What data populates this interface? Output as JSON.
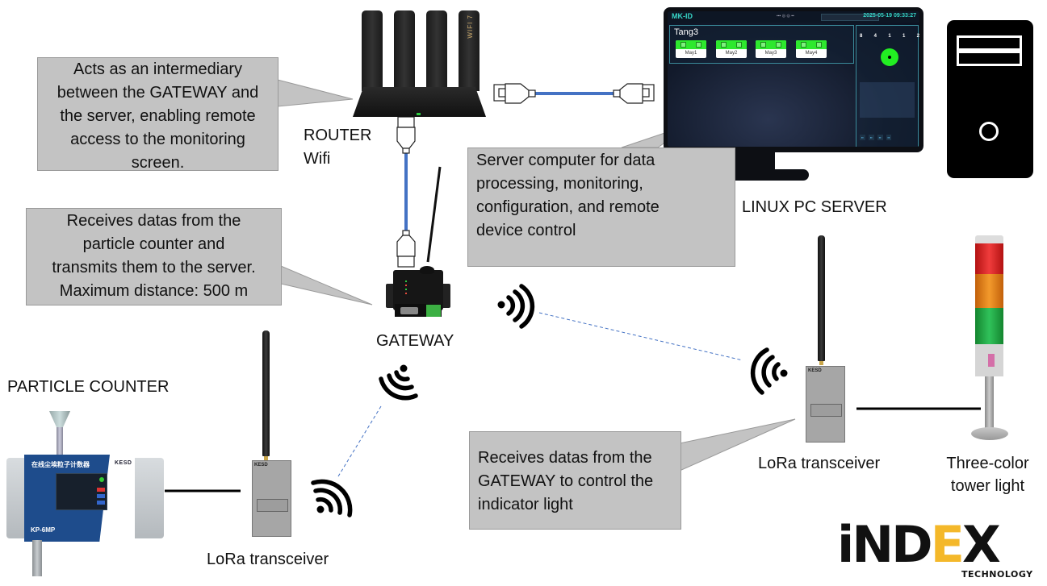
{
  "diagram": {
    "title": "LoRa particle counter monitoring network",
    "nodes": {
      "router": {
        "label_line1": "ROUTER",
        "label_line2": "Wifi",
        "badge": "WIFI 7"
      },
      "gateway": {
        "label": "GATEWAY"
      },
      "server": {
        "label": "LINUX PC SERVER"
      },
      "particle_counter": {
        "label": "PARTICLE COUNTER",
        "device_title": "在线尘埃粒子计数器",
        "brand": "KESD",
        "model": "KP-6MP"
      },
      "lora_left": {
        "label": "LoRa transceiver",
        "brand": "KESD"
      },
      "lora_right": {
        "label": "LoRa transceiver",
        "brand": "KESD"
      },
      "tower_light": {
        "label_line1": "Three-color",
        "label_line2": "tower light"
      }
    },
    "callouts": {
      "router": [
        "Acts as an intermediary",
        "between the GATEWAY and",
        "the server, enabling remote",
        "access to the monitoring",
        "screen."
      ],
      "gateway": [
        "Receives datas from the",
        "particle counter and",
        "transmits them to the server.",
        "Maximum distance: 500 m"
      ],
      "server": [
        "Server computer for data",
        "processing, monitoring,",
        "configuration, and remote",
        "device control"
      ],
      "lora_right": [
        "Receives datas from the",
        "GATEWAY to control the",
        "indicator light"
      ]
    },
    "connections": [
      {
        "from": "router",
        "to": "server",
        "type": "ethernet cable"
      },
      {
        "from": "router",
        "to": "gateway",
        "type": "ethernet cable"
      },
      {
        "from": "gateway",
        "to": "lora_right",
        "type": "wireless"
      },
      {
        "from": "lora_left",
        "to": "gateway",
        "type": "wireless"
      },
      {
        "from": "particle_counter",
        "to": "lora_left",
        "type": "wired"
      },
      {
        "from": "lora_right",
        "to": "tower_light",
        "type": "wired"
      }
    ],
    "colors": {
      "callout_fill": "#c3c3c3",
      "cable_blue": "#4472c4",
      "wireless_dash": "#4472c4",
      "logo_accent": "#f4b82a"
    }
  },
  "monitor_screen": {
    "app_title": "MK-ID",
    "datetime": "2025-05-19 09:33:27",
    "group_title": "Tang3",
    "machines": [
      "May1",
      "May2",
      "May3",
      "May4"
    ],
    "status_counts": [
      "8",
      "4",
      "1",
      "1",
      "2"
    ]
  },
  "logo": {
    "text_main": "iND",
    "text_accent": "E",
    "text_end": "X",
    "subtitle": "TECHNOLOGY"
  }
}
